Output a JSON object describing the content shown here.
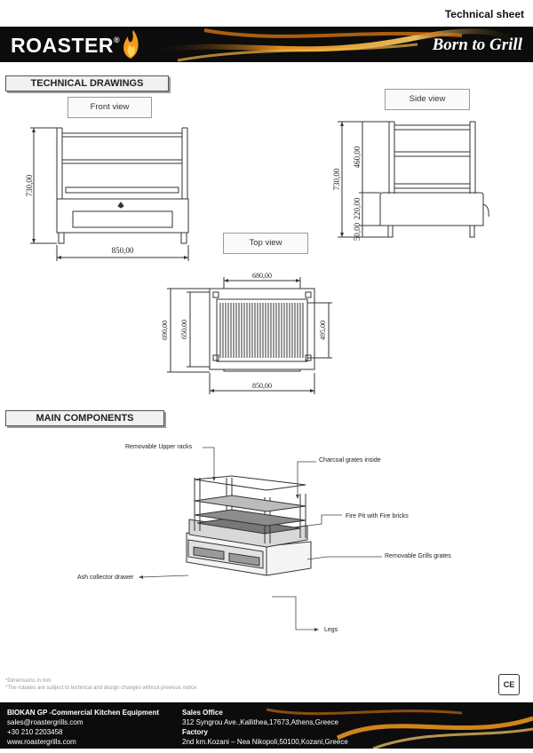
{
  "header": {
    "title": "Technical sheet",
    "brand": "ROASTER",
    "brand_mark": "®",
    "tagline": "Born to Grill"
  },
  "sections": {
    "drawings": "TECHNICAL DRAWINGS",
    "components": "MAIN COMPONENTS"
  },
  "views": {
    "front": "Front view",
    "side": "Side view",
    "top": "Top view"
  },
  "dimensions": {
    "front_height": "730,00",
    "front_width": "850,00",
    "side_total": "730,00",
    "side_upper": "460,00",
    "side_middle": "220,00",
    "side_legs": "50,00",
    "top_inner_width": "680,00",
    "top_outer_depth": "690,00",
    "top_inner_depth": "650,00",
    "top_grill_depth": "495,00",
    "top_width": "850,00"
  },
  "components": {
    "upper_racks": "Removable Upper racks",
    "charcoal_grates": "Charcoal grates inside",
    "fire_pit": "Fire Pit with Fire bricks",
    "grill_grates": "Removable Grills grates",
    "ash_drawer": "Ash collector drawer",
    "legs": "Legs"
  },
  "notes": {
    "line1": "*Dimensions in mm",
    "line2": "*The robates are subject to technical and design changes without previous notice"
  },
  "certification": "CE",
  "footer": {
    "company": "BIOKAN GP -Commercial Kitchen Equipment",
    "email": "sales@roastergrills.com",
    "phone": "+30 210 2203458",
    "website": "www.roastergrills.com",
    "sales_title": "Sales Office",
    "sales_address": "312 Syngrou Ave.,Kallithea,17673,Athens,Greece",
    "factory_title": "Factory",
    "factory_address": "2nd km.Kozani – Nea Nikopoli,50100,Kozani,Greece"
  },
  "colors": {
    "banner": "#0c0c0c",
    "flame": "#f39a1e"
  }
}
